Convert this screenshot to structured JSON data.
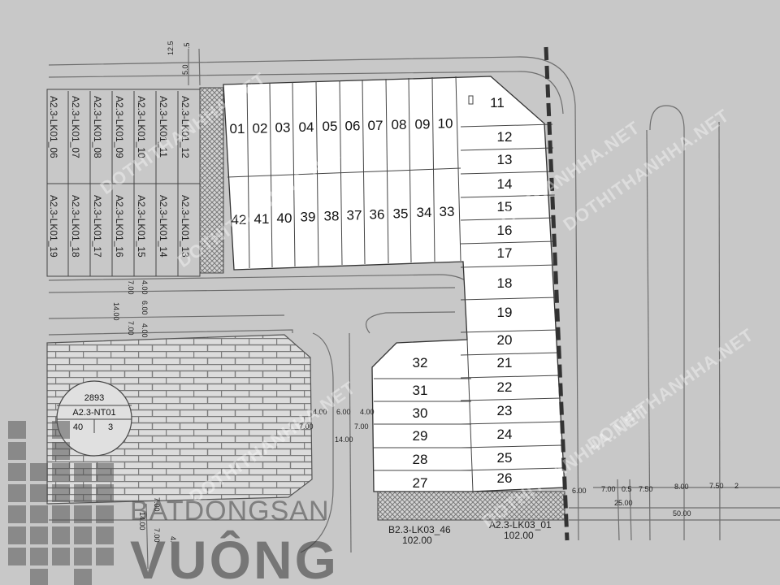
{
  "watermark_text": "DOTHITHANHHA.NET",
  "colors": {
    "background": "#c8c8c8",
    "lot_fill": "#ffffff",
    "hatch": "#909090",
    "brick": "#8a8a8a",
    "boundary": "#333333"
  },
  "top_strip": {
    "dims_vertical": [
      "12.5",
      "5.0",
      ".5"
    ],
    "parcel_codes_upper": [
      "A2.3-LK01_06",
      "A2.3-LK01_07",
      "A2.3-LK01_08",
      "A2.3-LK01_09",
      "A2.3-LK01_10",
      "A2.3-LK01_11",
      "A2.3-LK01_12"
    ],
    "parcel_codes_lower": [
      "A2.3-LK01_19",
      "A2.3-LK01_18",
      "A2.3-LK01_17",
      "A2.3-LK01_16",
      "A2.3-LK01_15",
      "A2.3-LK01_14",
      "A2.3-LK01_13"
    ]
  },
  "lots_top_row": [
    "01",
    "02",
    "03",
    "04",
    "05",
    "06",
    "07",
    "08",
    "09",
    "10"
  ],
  "lots_bottom_row": [
    "42",
    "41",
    "40",
    "39",
    "38",
    "37",
    "36",
    "35",
    "34",
    "33"
  ],
  "lots_right_column": [
    "11",
    "12",
    "13",
    "14",
    "15",
    "16",
    "17",
    "18",
    "19",
    "20",
    "21",
    "22",
    "23",
    "24",
    "25",
    "26"
  ],
  "lots_left_column": [
    "32",
    "31",
    "30",
    "29",
    "28",
    "27"
  ],
  "green_block": {
    "area": "2893",
    "code": "A2.3-NT01",
    "floors": "40",
    "density": "3"
  },
  "road_dims_left": [
    "4.00",
    "7.00",
    "6.00",
    "14.00",
    "7.00",
    "4.00"
  ],
  "road_dims_mid": [
    "4.00",
    "6.00",
    "4.00",
    "7.00",
    "7.00",
    "14.00"
  ],
  "road_dims_bottom_left": [
    "7.00",
    "14.00",
    "7.00",
    "4."
  ],
  "road_dims_right": [
    "6.00",
    "7.00",
    "0.5",
    "7.50",
    "8.00",
    "7.50",
    "2",
    "25.00",
    "50.00"
  ],
  "bottom_parcels": [
    {
      "code": "B2.3-LK03_46",
      "width": "102.00"
    },
    {
      "code": "A2.3-LK03_01",
      "width": "102.00"
    }
  ],
  "brand": {
    "line1": "BATDONGSAN",
    "line2": "VUÔNG"
  }
}
